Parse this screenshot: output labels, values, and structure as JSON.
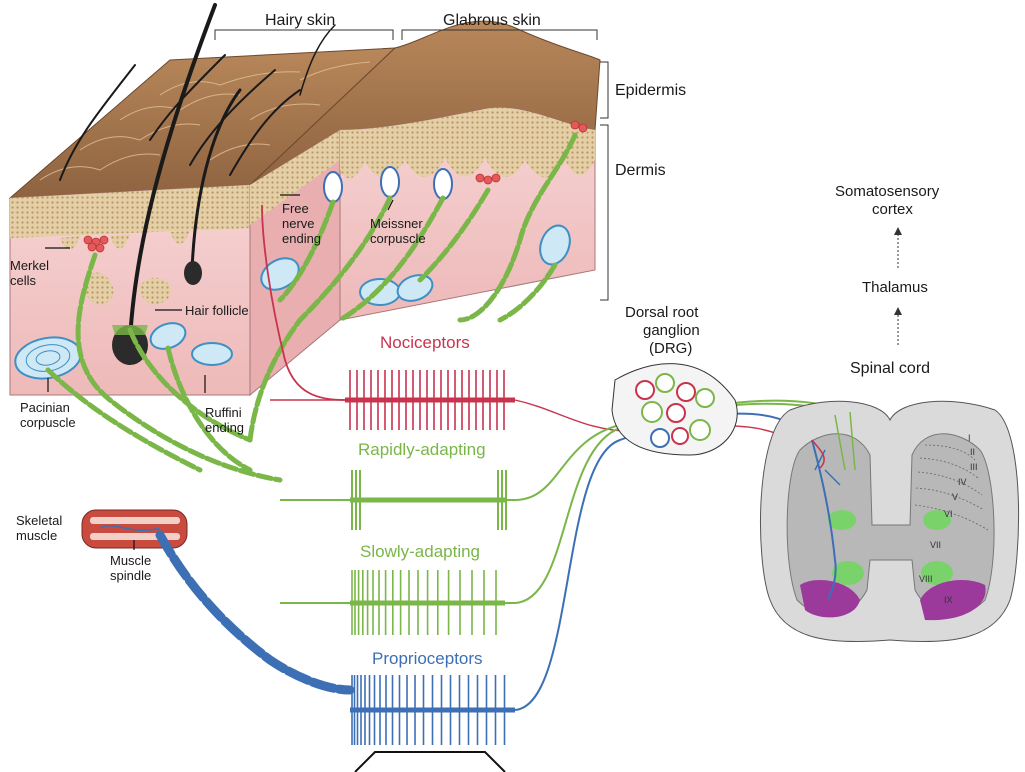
{
  "labels": {
    "hairy_skin": "Hairy skin",
    "glabrous_skin": "Glabrous skin",
    "epidermis": "Epidermis",
    "dermis": "Dermis",
    "merkel_1": "Merkel",
    "merkel_2": "cells",
    "hair_follicle": "Hair follicle",
    "free_1": "Free",
    "free_2": "nerve",
    "free_3": "ending",
    "meissner_1": "Meissner",
    "meissner_2": "corpuscle",
    "pacinian_1": "Pacinian",
    "pacinian_2": "corpuscle",
    "ruffini_1": "Ruffini",
    "ruffini_2": "ending",
    "skeletal_1": "Skeletal",
    "skeletal_2": "muscle",
    "spindle_1": "Muscle",
    "spindle_2": "spindle",
    "drg_1": "Dorsal root",
    "drg_2": "ganglion",
    "drg_3": "(DRG)",
    "somato_1": "Somatosensory",
    "somato_2": "cortex",
    "thalamus": "Thalamus",
    "spinal_cord": "Spinal cord"
  },
  "neuron_types": {
    "nociceptors": "Nociceptors",
    "rapidly_adapting": "Rapidly-adapting",
    "slowly_adapting": "Slowly-adapting",
    "proprioceptors": "Proprioceptors"
  },
  "laminae": [
    "I",
    "II",
    "III",
    "IV",
    "V",
    "VI",
    "VII",
    "VIII",
    "IX"
  ],
  "colors": {
    "nociceptor": "#c8334e",
    "mechanoreceptor": "#7ab648",
    "proprioceptor": "#3d6fb5",
    "skin_surface": "#a8784a",
    "dermis": "#f3c9c9",
    "spinal_gray": "#d9d9d9",
    "motor_pool": "#9b3a9b"
  }
}
